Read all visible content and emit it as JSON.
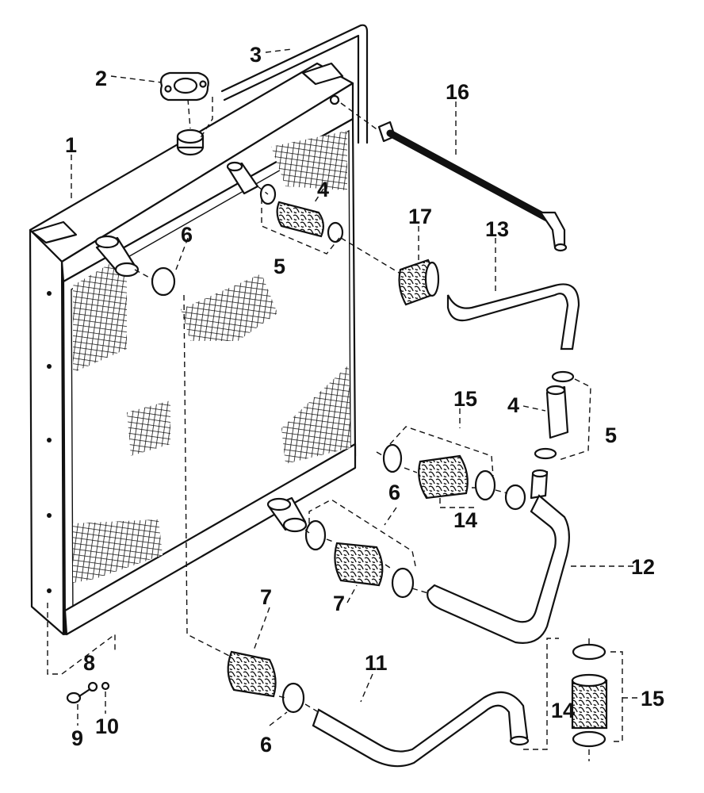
{
  "diagram": {
    "part_numbers": {
      "p1": "1",
      "p2": "2",
      "p3": "3",
      "p4a": "4",
      "p4b": "4",
      "p5a": "5",
      "p5b": "5",
      "p6a": "6",
      "p6b": "6",
      "p6c": "6",
      "p7a": "7",
      "p7b": "7",
      "p8": "8",
      "p9": "9",
      "p10": "10",
      "p11": "11",
      "p12": "12",
      "p13": "13",
      "p14a": "14",
      "p14b": "14",
      "p15a": "15",
      "p15b": "15",
      "p16": "16",
      "p17": "17"
    }
  }
}
